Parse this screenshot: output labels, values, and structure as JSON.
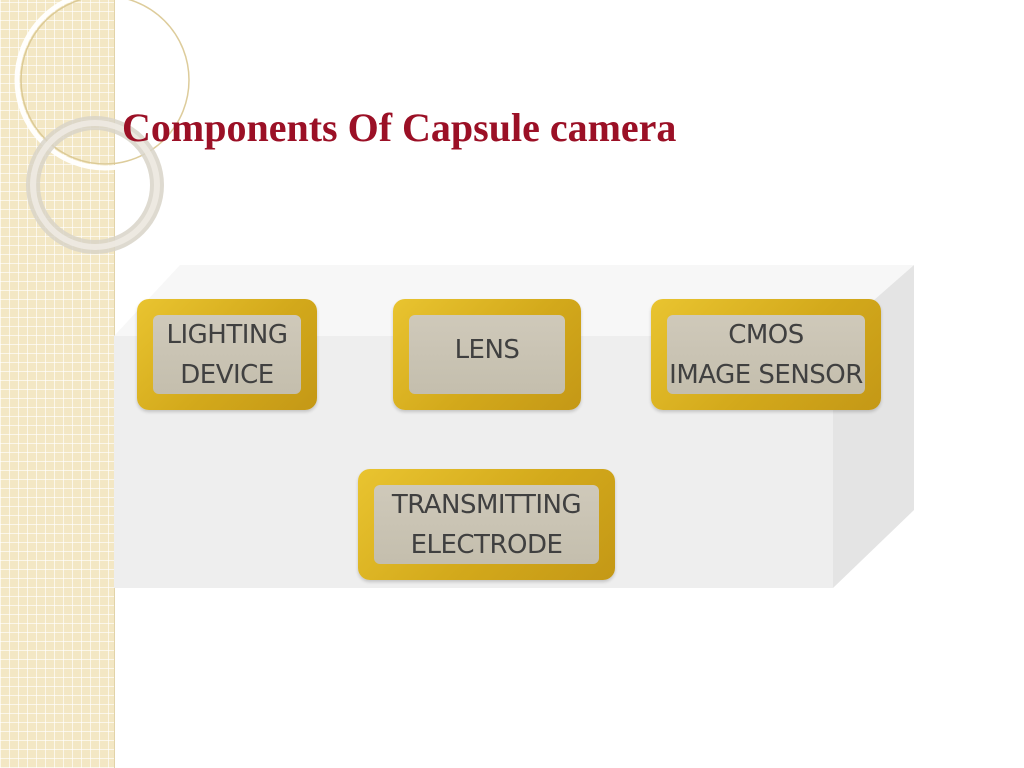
{
  "slide": {
    "title": "Components Of Capsule camera"
  },
  "colors": {
    "title": "#9b1026",
    "component_frame": "#d8b021",
    "component_face": "#c9c3b3",
    "box_front": "#efefef",
    "box_top": "#f8f8f8",
    "box_side": "#e3e3e3",
    "strip": "#f3e7c4"
  },
  "components": [
    {
      "line1": "LIGHTING",
      "line2": "DEVICE"
    },
    {
      "line1": "LENS",
      "line2": ""
    },
    {
      "line1": "CMOS",
      "line2": "IMAGE SENSOR"
    },
    {
      "line1": "TRANSMITTING",
      "line2": "ELECTRODE"
    }
  ]
}
